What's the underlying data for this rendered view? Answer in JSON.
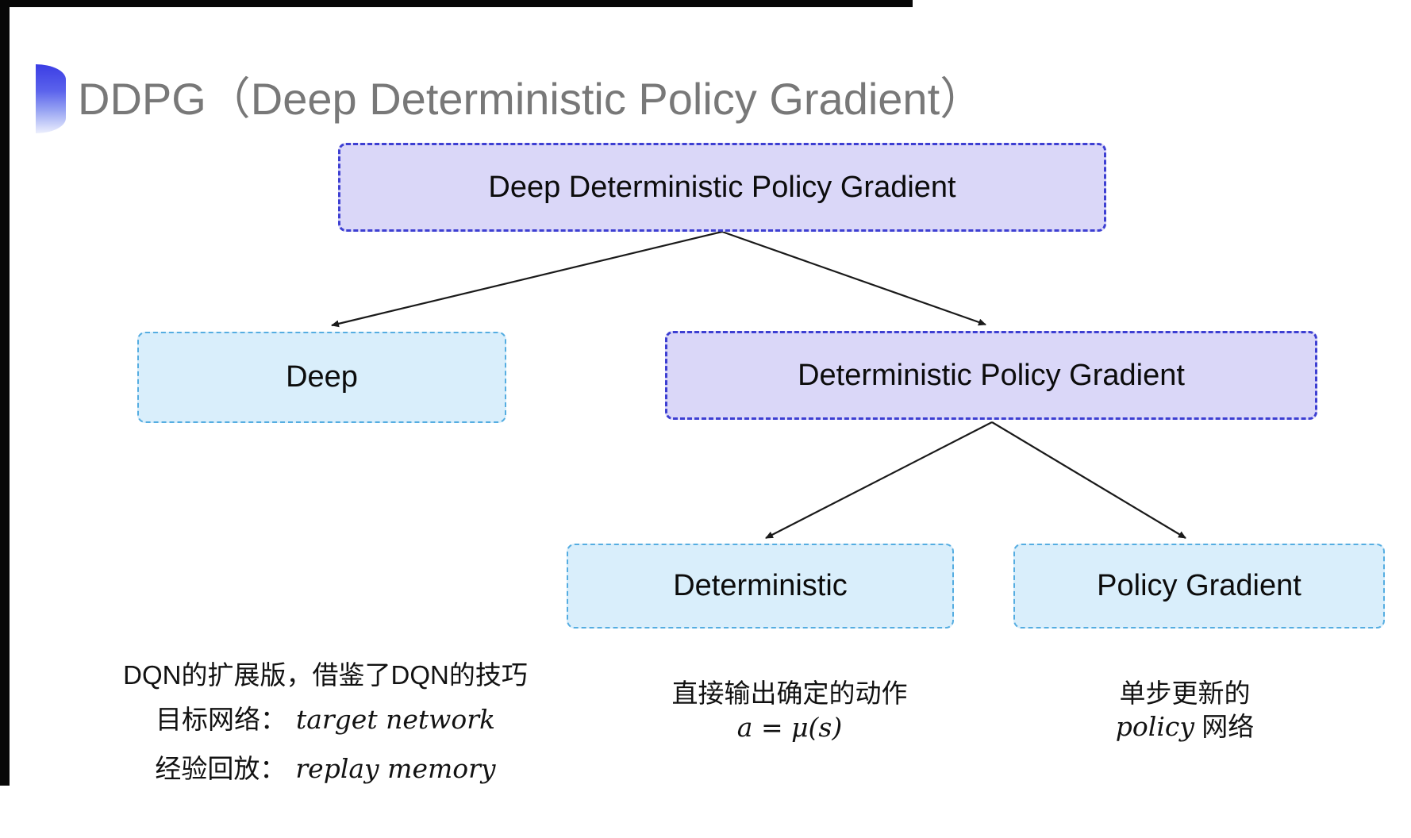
{
  "title": {
    "text": "DDPG（Deep Deterministic Policy Gradient）"
  },
  "colors": {
    "purple_node_fill": "#dad7f8",
    "purple_node_border": "#3d3fd2",
    "cyan_node_fill": "#d9eefb",
    "cyan_node_border": "#55ade1",
    "arrow": "#1a1a1a",
    "title_text": "#787878",
    "bullet_blue": "#3b3de4",
    "frame_edge": "#070707"
  },
  "nodes": {
    "root": {
      "label": "Deep Deterministic Policy Gradient"
    },
    "deep": {
      "label": "Deep"
    },
    "dpg": {
      "label": "Deterministic Policy Gradient"
    },
    "deterministic": {
      "label": "Deterministic"
    },
    "policy_gradient": {
      "label": "Policy Gradient"
    }
  },
  "notes": {
    "deep": {
      "line1": "DQN的扩展版，借鉴了DQN的技巧",
      "line2_label": "目标网络：",
      "line2_value": "target network",
      "line3_label": "经验回放：",
      "line3_value": "replay memory"
    },
    "deterministic": {
      "line1": "直接输出确定的动作",
      "formula": "a = μ(s)"
    },
    "policy_gradient": {
      "line1": "单步更新的",
      "line2_italic": "policy",
      "line2_rest": " 网络"
    }
  }
}
